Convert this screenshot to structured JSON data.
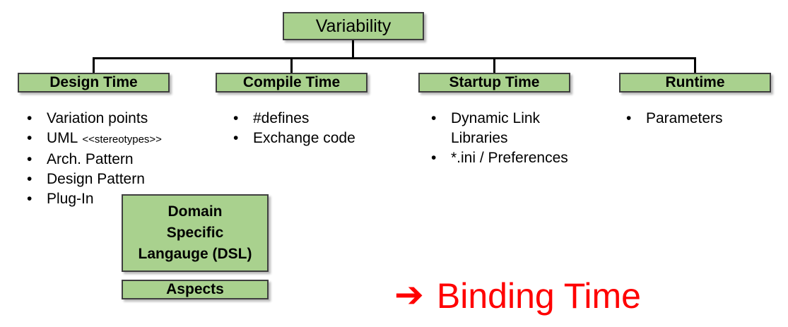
{
  "diagram": {
    "root_label": "Variability",
    "bullet_char": "•",
    "columns": [
      {
        "header": "Design Time",
        "items": [
          {
            "text": "Variation points"
          },
          {
            "text": "UML",
            "small": "<<stereotypes>>"
          },
          {
            "text": "Arch. Pattern"
          },
          {
            "text": "Design Pattern"
          },
          {
            "text": "Plug-In"
          }
        ]
      },
      {
        "header": "Compile Time",
        "items": [
          {
            "text": "#defines"
          },
          {
            "text": "Exchange code"
          }
        ]
      },
      {
        "header": "Startup Time",
        "items": [
          {
            "text": "Dynamic Link Libraries"
          },
          {
            "text": "*.ini / Preferences"
          }
        ]
      },
      {
        "header": "Runtime",
        "items": [
          {
            "text": "Parameters"
          }
        ]
      }
    ],
    "dsl_box": {
      "label": "Domain\nSpecific\nLangauge (DSL)"
    },
    "aspects_box": {
      "label": "Aspects"
    },
    "annotation": {
      "arrow_glyph": "➔",
      "label": "Binding Time"
    },
    "colors": {
      "box_fill": "#a9d18e",
      "box_border": "#3f3f3f",
      "connector": "#000000",
      "annotation": "#ff0000",
      "text": "#000000",
      "background": "#ffffff"
    }
  }
}
